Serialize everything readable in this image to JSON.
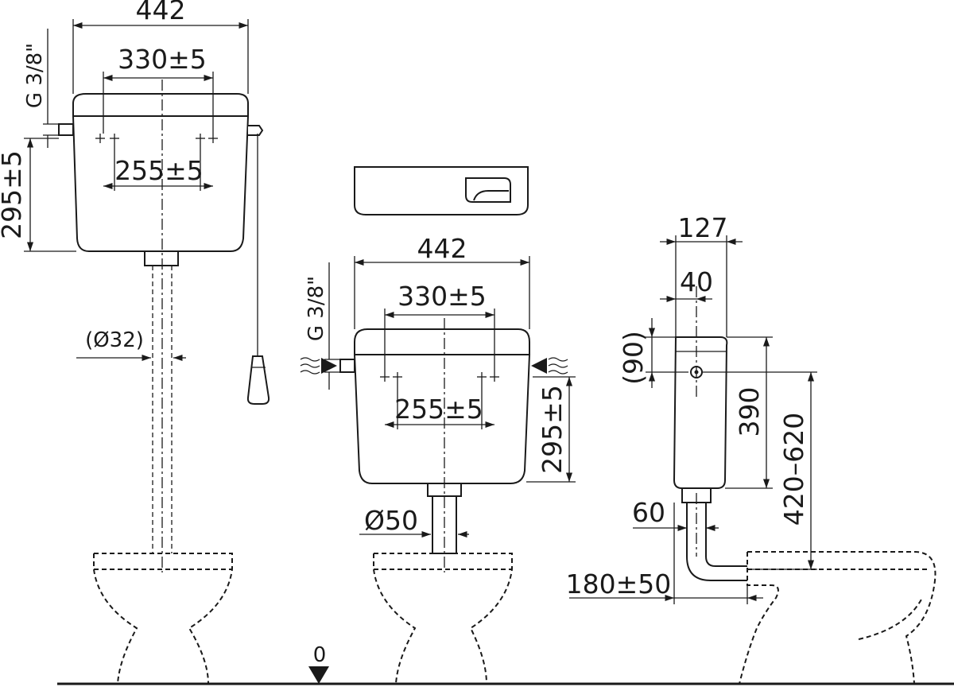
{
  "front_high": {
    "width": "442",
    "fix_spacing_top": "330±5",
    "fix_spacing_inner": "255±5",
    "height": "295±5",
    "thread": "G 3/8\"",
    "pipe_diameter": "(Ø32)"
  },
  "front_low": {
    "width": "442",
    "fix_spacing_top": "330±5",
    "fix_spacing_inner": "255±5",
    "height": "295±5",
    "thread": "G 3/8\"",
    "pipe_diameter": "Ø50"
  },
  "side_view": {
    "depth": "127",
    "inlet_offset": "40",
    "inlet_height": "(90)",
    "tank_height": "390",
    "install_range": "420–620",
    "pipe_offset": "60",
    "outlet_range": "180±50"
  },
  "floor_level": "0"
}
